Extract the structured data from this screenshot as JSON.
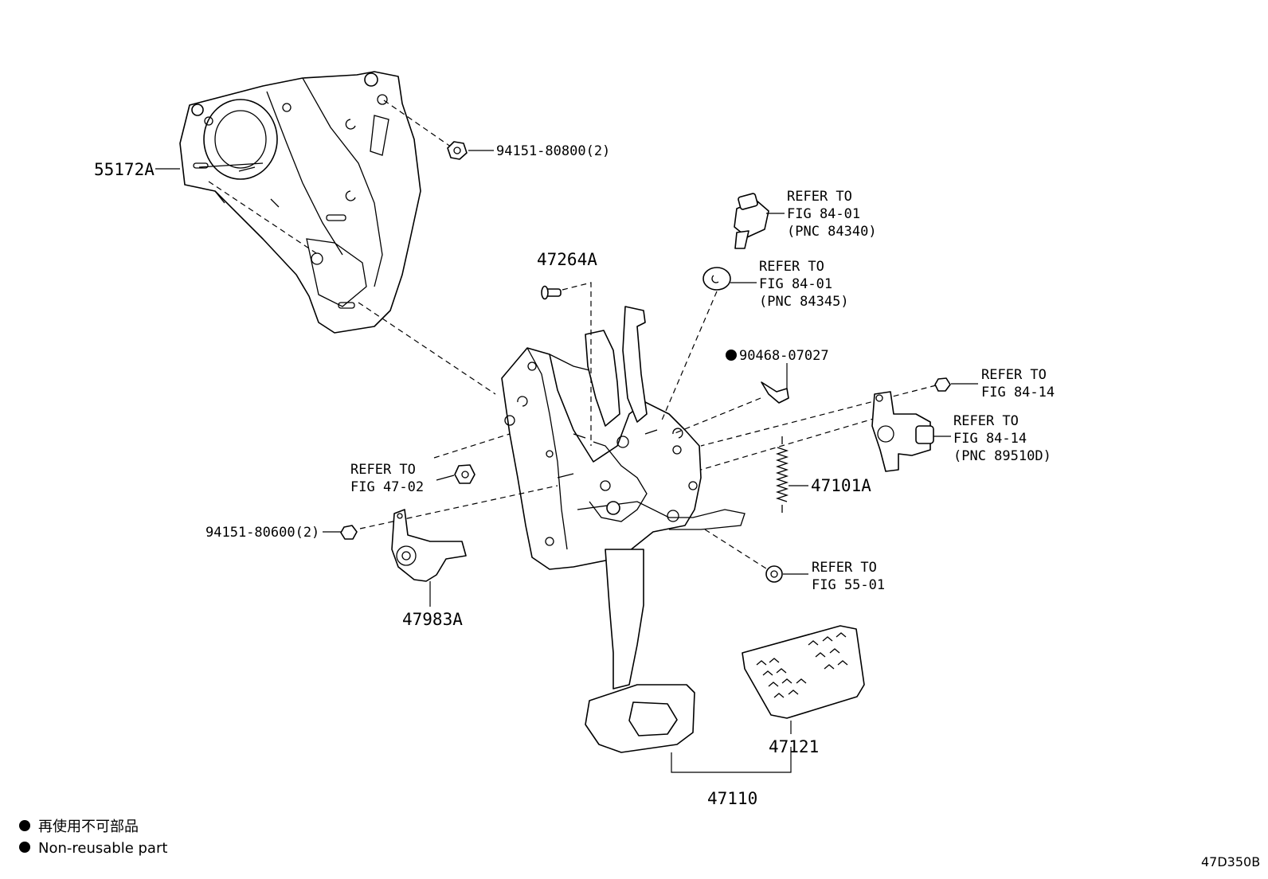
{
  "parts": {
    "bracket_55172a": "55172A",
    "nut_94151_80800": "94151-80800(2)",
    "pin_47264a": "47264A",
    "clip_90468_07027": "90468-07027",
    "spring_47101a": "47101A",
    "bolt_94151_80600": "94151-80600(2)",
    "sensor_47983a": "47983A",
    "pad_47121": "47121",
    "pedal_47110": "47110"
  },
  "refs": {
    "switch": {
      "line1": "REFER TO",
      "line2": "FIG 84-01",
      "line3": "(PNC 84340)"
    },
    "stopper": {
      "line1": "REFER TO",
      "line2": "FIG 84-01",
      "line3": "(PNC 84345)"
    },
    "nut_right": {
      "line1": "REFER TO",
      "line2": "FIG 84-14"
    },
    "sensor_right": {
      "line1": "REFER TO",
      "line2": "FIG 84-14",
      "line3": "(PNC 89510D)"
    },
    "nut_left": {
      "line1": "REFER TO",
      "line2": "FIG 47-02"
    },
    "bolt_bottom": {
      "line1": "REFER TO",
      "line2": "FIG 55-01"
    }
  },
  "legend": {
    "jp": "再使用不可部品",
    "en": "Non-reusable part"
  },
  "figure_code": "47D350B"
}
